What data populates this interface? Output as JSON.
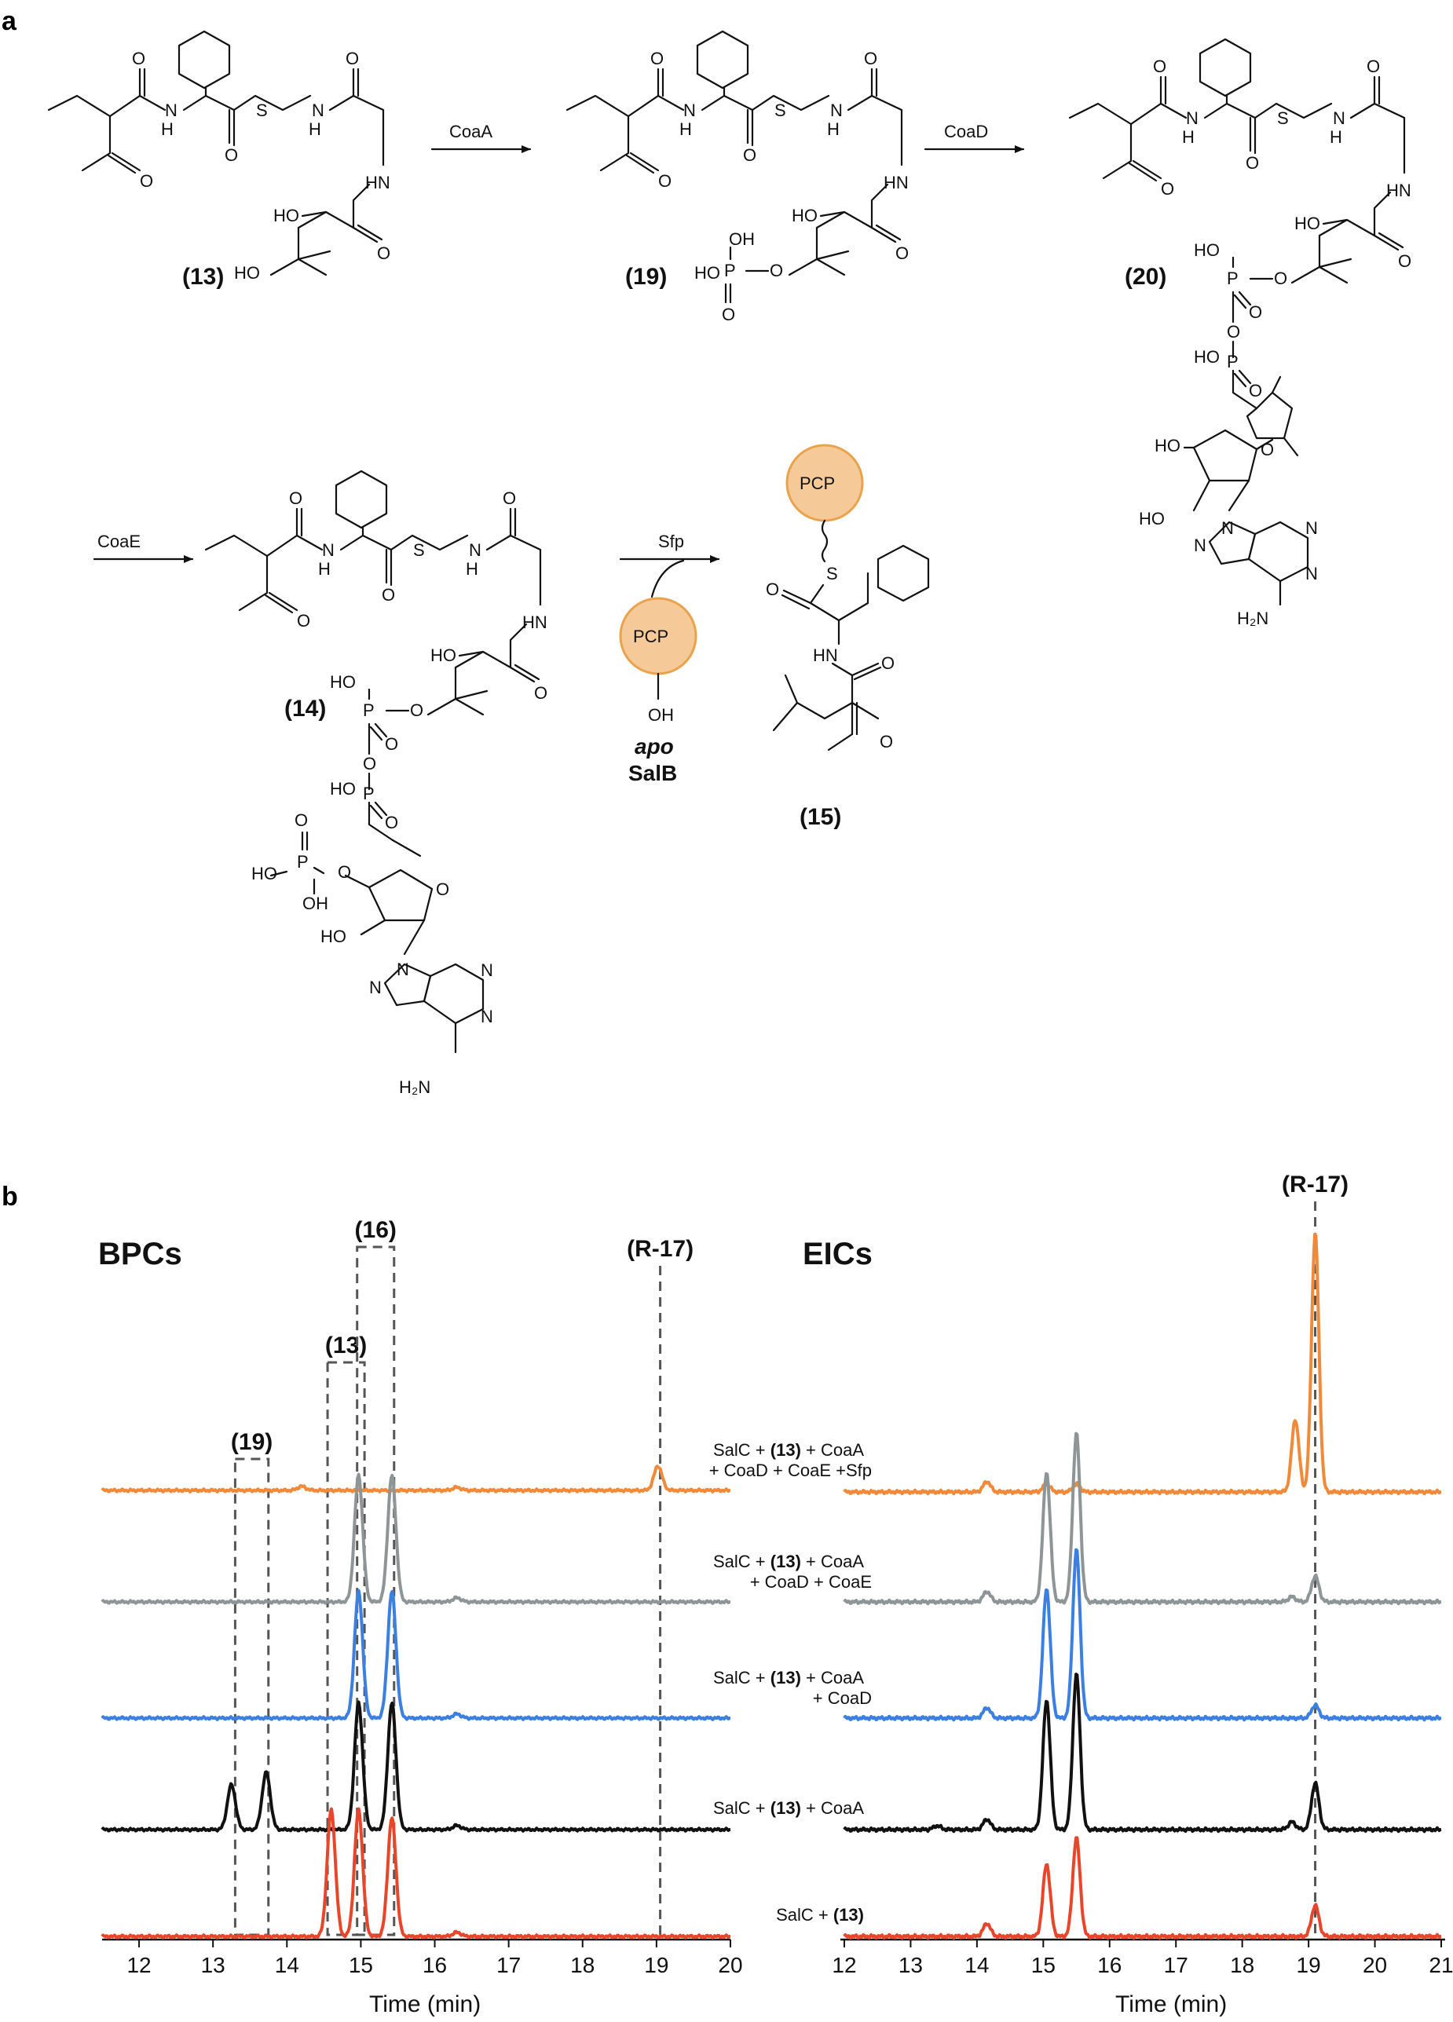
{
  "panels": {
    "a": "a",
    "b": "b"
  },
  "scheme": {
    "enzymes": {
      "coaA": "CoaA",
      "coaD": "CoaD",
      "coaE": "CoaE",
      "sfp": "Sfp"
    },
    "compounds": {
      "c13": "(13)",
      "c19": "(19)",
      "c20": "(20)",
      "c14": "(14)",
      "c15": "(15)"
    },
    "atoms": {
      "O": "O",
      "N": "N",
      "S": "S",
      "H": "H",
      "HN": "HN",
      "NH": "NH",
      "P": "P",
      "HO": "HO",
      "OH": "OH",
      "H2N": "H₂N"
    },
    "protein": {
      "pcp": "PCP",
      "apo": "apo",
      "salb": "SalB"
    }
  },
  "chart_data": [
    {
      "type": "line",
      "title": "BPCs",
      "xlabel": "Time (min)",
      "ylabel": "",
      "xlim": [
        11.5,
        20
      ],
      "xticks": [
        12,
        13,
        14,
        15,
        16,
        17,
        18,
        19,
        20
      ],
      "grid": false,
      "peak_labels": [
        {
          "label": "(19)",
          "x": [
            13.3,
            13.75
          ]
        },
        {
          "label": "(13)",
          "x": [
            14.55,
            15.05
          ]
        },
        {
          "label": "(16)",
          "x": [
            14.95,
            15.45
          ]
        },
        {
          "label": "(R-17)",
          "x": [
            19.05
          ]
        }
      ],
      "series": [
        {
          "label_parts": [
            "SalC + ",
            "(13)",
            " + CoaA",
            "+ CoaD + CoaE +Sfp"
          ],
          "color": "#f08a3a",
          "peaks": [
            {
              "x": 19.02,
              "h": 0.12
            },
            {
              "x": 14.2,
              "h": 0.02
            },
            {
              "x": 16.3,
              "h": 0.015
            }
          ]
        },
        {
          "label_parts": [
            "SalC + ",
            "(13)",
            " + CoaA",
            "+ CoaD + CoaE"
          ],
          "color": "#8e9597",
          "peaks": [
            {
              "x": 14.97,
              "h": 0.62
            },
            {
              "x": 15.42,
              "h": 0.62
            },
            {
              "x": 16.3,
              "h": 0.02
            }
          ]
        },
        {
          "label_parts": [
            "SalC + ",
            "(13)",
            " + CoaA",
            "+ CoaD"
          ],
          "color": "#3b7fe0",
          "peaks": [
            {
              "x": 14.97,
              "h": 0.62
            },
            {
              "x": 15.42,
              "h": 0.62
            },
            {
              "x": 16.3,
              "h": 0.02
            }
          ]
        },
        {
          "label_parts": [
            "SalC + ",
            "(13)",
            " + CoaA",
            ""
          ],
          "color": "#111111",
          "peaks": [
            {
              "x": 13.25,
              "h": 0.22
            },
            {
              "x": 13.72,
              "h": 0.28
            },
            {
              "x": 14.97,
              "h": 0.62
            },
            {
              "x": 15.42,
              "h": 0.62
            },
            {
              "x": 16.3,
              "h": 0.02
            }
          ]
        },
        {
          "label_parts": [
            "SalC + ",
            "(13)",
            "",
            ""
          ],
          "color": "#e8452a",
          "peaks": [
            {
              "x": 14.6,
              "h": 0.62
            },
            {
              "x": 14.97,
              "h": 0.62
            },
            {
              "x": 15.42,
              "h": 0.58
            },
            {
              "x": 16.3,
              "h": 0.02
            }
          ]
        }
      ]
    },
    {
      "type": "line",
      "title": "EICs",
      "xlabel": "Time (min)",
      "ylabel": "",
      "xlim": [
        12,
        21
      ],
      "xticks": [
        12,
        13,
        14,
        15,
        16,
        17,
        18,
        19,
        20,
        21
      ],
      "grid": false,
      "peak_labels": [
        {
          "label": "(R-17)",
          "x": [
            19.1
          ]
        }
      ],
      "series": [
        {
          "color": "#f08a3a",
          "peaks": [
            {
              "x": 19.1,
              "h": 1.0
            },
            {
              "x": 18.8,
              "h": 0.28
            },
            {
              "x": 14.15,
              "h": 0.04
            },
            {
              "x": 15.05,
              "h": 0.03
            },
            {
              "x": 15.5,
              "h": 0.03
            }
          ]
        },
        {
          "color": "#8e9597",
          "peaks": [
            {
              "x": 15.05,
              "h": 0.5
            },
            {
              "x": 15.5,
              "h": 0.65
            },
            {
              "x": 19.1,
              "h": 0.1
            },
            {
              "x": 14.15,
              "h": 0.04
            },
            {
              "x": 18.75,
              "h": 0.02
            }
          ]
        },
        {
          "color": "#3b7fe0",
          "peaks": [
            {
              "x": 15.05,
              "h": 0.5
            },
            {
              "x": 15.5,
              "h": 0.65
            },
            {
              "x": 19.1,
              "h": 0.05
            },
            {
              "x": 14.15,
              "h": 0.04
            }
          ]
        },
        {
          "color": "#111111",
          "peaks": [
            {
              "x": 15.05,
              "h": 0.5
            },
            {
              "x": 15.5,
              "h": 0.6
            },
            {
              "x": 19.1,
              "h": 0.18
            },
            {
              "x": 14.15,
              "h": 0.04
            },
            {
              "x": 13.4,
              "h": 0.015
            },
            {
              "x": 18.75,
              "h": 0.03
            }
          ]
        },
        {
          "color": "#e8452a",
          "peaks": [
            {
              "x": 15.05,
              "h": 0.28
            },
            {
              "x": 15.5,
              "h": 0.38
            },
            {
              "x": 19.1,
              "h": 0.12
            },
            {
              "x": 14.15,
              "h": 0.05
            }
          ]
        }
      ]
    }
  ]
}
